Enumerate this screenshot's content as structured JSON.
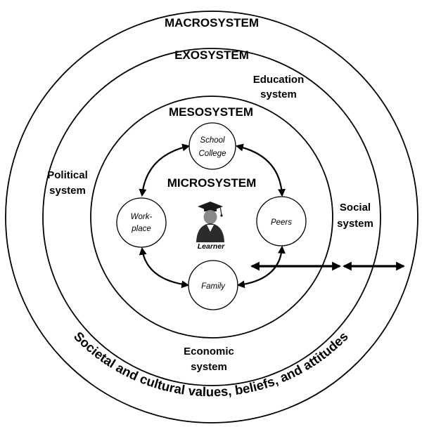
{
  "rings": {
    "macro": "MACROSYSTEM",
    "exo": "EXOSYSTEM",
    "meso": "MESOSYSTEM",
    "micro": "MICROSYSTEM"
  },
  "exo_labels": {
    "education_line1": "Education",
    "education_line2": "system",
    "political_line1": "Political",
    "political_line2": "system",
    "social_line1": "Social",
    "social_line2": "system",
    "economic_line1": "Economic",
    "economic_line2": "system"
  },
  "macro_caption": "Societal and cultural values, beliefs, and attitudes",
  "nodes": {
    "school_line1": "School",
    "school_line2": "College",
    "workplace_line1": "Work-",
    "workplace_line2": "place",
    "peers": "Peers",
    "family": "Family"
  },
  "learner_label": "Learner",
  "icons": [
    "learner-graduate-icon",
    "double-arrow-icon"
  ]
}
